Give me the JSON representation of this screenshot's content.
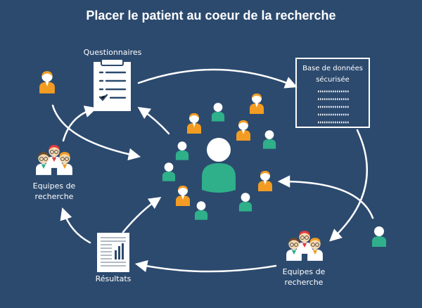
{
  "title": "Placer le patient au coeur de la recherche",
  "labels": {
    "questionnaires": "Questionnaires",
    "base_line1": "Base de données",
    "base_line2": "sécurisée",
    "teams_left_line1": "Equipes de",
    "teams_left_line2": "recherche",
    "teams_right_line1": "Equipes de",
    "teams_right_line2": "recherche",
    "results": "Résultats"
  },
  "colors": {
    "background": "#2c4a6e",
    "green": "#2fb08a",
    "orange": "#f39c23",
    "red": "#e03c3c",
    "skin": "#f7d9b0",
    "white": "#ffffff"
  }
}
